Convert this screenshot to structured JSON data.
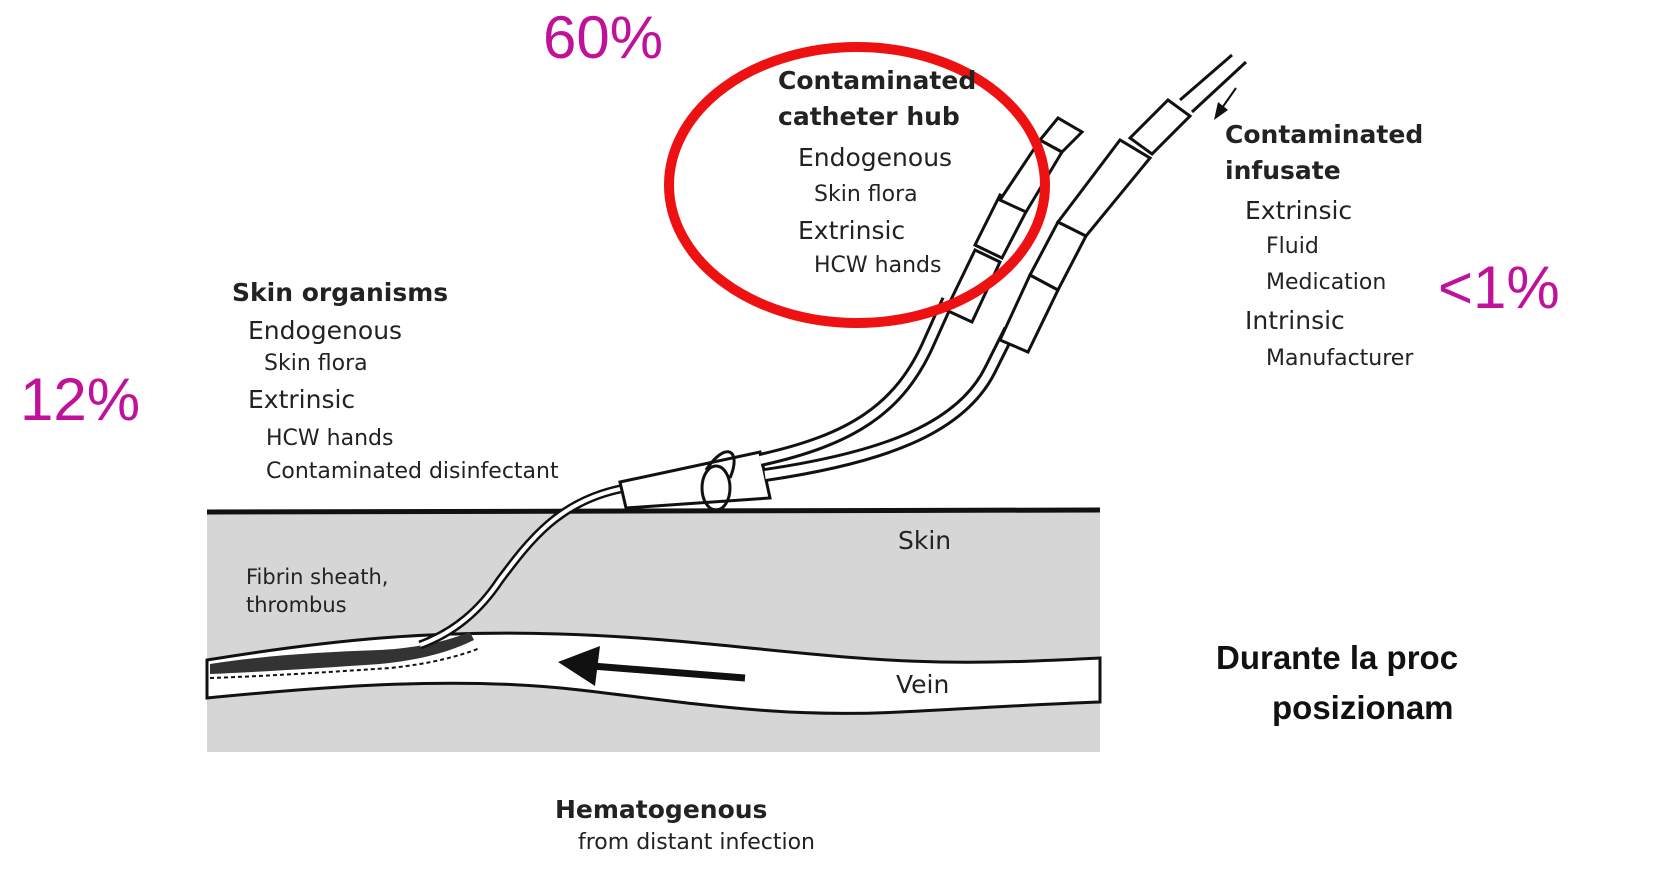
{
  "percentages": {
    "hub": "60%",
    "skin": "12%",
    "infusate": "<1%"
  },
  "colors": {
    "percentage": "#c0119a",
    "highlight_ring": "#ee1111",
    "tissue": "#d6d6d6",
    "outline": "#111111"
  },
  "hub": {
    "title_line1": "Contaminated",
    "title_line2": "catheter hub",
    "endogenous": "Endogenous",
    "skin_flora": "Skin flora",
    "extrinsic": "Extrinsic",
    "hcw_hands": "HCW hands"
  },
  "infusate": {
    "title_line1": "Contaminated",
    "title_line2": "infusate",
    "extrinsic": "Extrinsic",
    "fluid": "Fluid",
    "medication": "Medication",
    "intrinsic": "Intrinsic",
    "manufacturer": "Manufacturer"
  },
  "skin_organisms": {
    "title": "Skin organisms",
    "endogenous": "Endogenous",
    "skin_flora": "Skin flora",
    "extrinsic": "Extrinsic",
    "hcw_hands": "HCW hands",
    "disinfectant": "Contaminated  disinfectant"
  },
  "anatomy": {
    "skin": "Skin",
    "fibrin_line1": "Fibrin sheath,",
    "fibrin_line2": "thrombus",
    "vein": "Vein"
  },
  "hematogenous": {
    "title": "Hematogenous",
    "subtitle": "from distant infection"
  },
  "side_note": {
    "line1": "Durante la proc",
    "line2": "posizionam"
  }
}
